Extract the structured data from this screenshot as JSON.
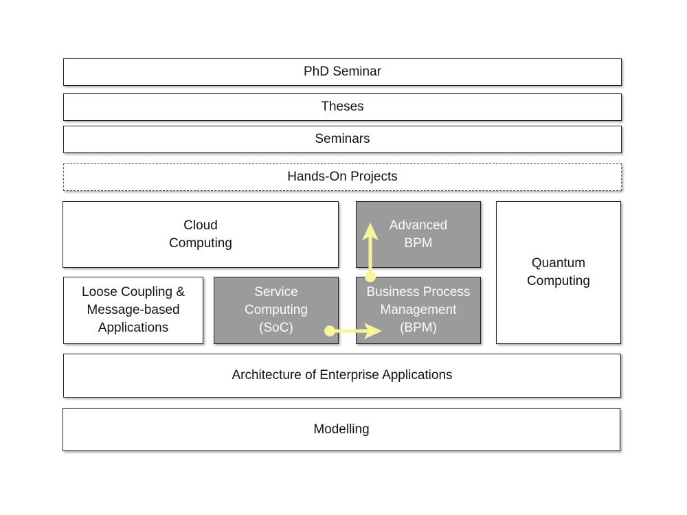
{
  "diagram": {
    "boxes": {
      "phd_seminar": "PhD Seminar",
      "theses": "Theses",
      "seminars": "Seminars",
      "hands_on_projects": "Hands-On Projects",
      "cloud_computing": "Cloud\nComputing",
      "advanced_bpm": "Advanced\nBPM",
      "quantum_computing": "Quantum\nComputing",
      "loose_coupling": "Loose Coupling &\nMessage-based\nApplications",
      "service_computing": "Service\nComputing\n(SoC)",
      "bpm": "Business Process\nManagement\n(BPM)",
      "architecture": "Architecture of Enterprise Applications",
      "modelling": "Modelling"
    },
    "colors": {
      "highlight_box": "#9b9b9b",
      "arrow": "#f6f59a"
    }
  }
}
